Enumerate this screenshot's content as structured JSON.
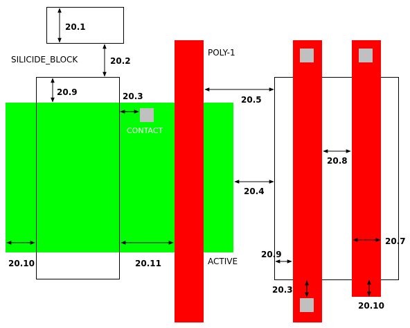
{
  "layer_labels": {
    "silicide_block": "SILICIDE_BLOCK",
    "poly": "POLY-1",
    "contact": "CONTACT",
    "active": "ACTIVE"
  },
  "rules": {
    "r20_1": "20.1",
    "r20_2": "20.2",
    "r20_9_left": "20.9",
    "r20_3_top": "20.3",
    "r20_5": "20.5",
    "r20_8": "20.8",
    "r20_4": "20.4",
    "r20_7": "20.7",
    "r20_9_right": "20.9",
    "r20_10_left": "20.10",
    "r20_11": "20.11",
    "r20_3_bottom": "20.3",
    "r20_10_right": "20.10"
  },
  "colors": {
    "active": "#00ff00",
    "poly": "#ff0000",
    "contact": "#c0c0c0",
    "outline": "#000000"
  }
}
